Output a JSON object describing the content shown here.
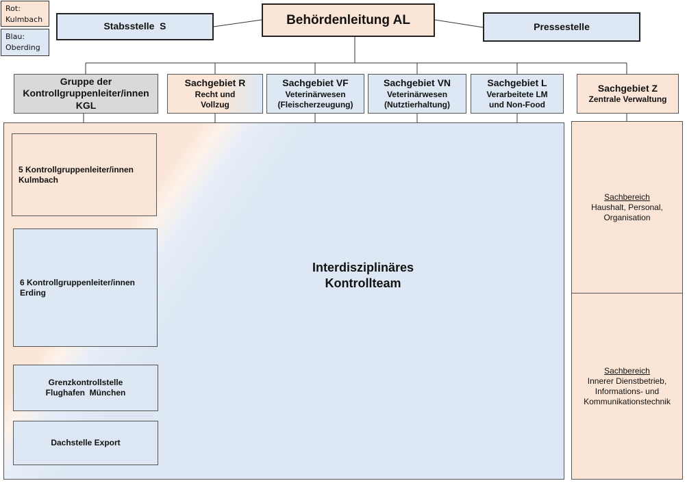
{
  "legend": {
    "red_label": "Rot:",
    "red_location": "Kulmbach",
    "blue_label": "Blau:",
    "blue_location": "Oberding"
  },
  "top": {
    "leadership": "Behördenleitung AL",
    "staff_unit": "Stabsstelle  S",
    "press_office": "Pressestelle"
  },
  "departments": {
    "kgl": {
      "line1": "Gruppe der",
      "line2": "Kontrollgruppenleiter/innen",
      "line3": "KGL"
    },
    "r": {
      "title": "Sachgebiet R",
      "line1": "Recht und",
      "line2": "Vollzug"
    },
    "vf": {
      "title": "Sachgebiet VF",
      "line1": "Veterinärwesen",
      "line2": "(Fleischerzeugung)"
    },
    "vn": {
      "title": "Sachgebiet VN",
      "line1": "Veterinärwesen",
      "line2": "(Nutztierhaltung)"
    },
    "l": {
      "title": "Sachgebiet L",
      "line1": "Verarbeitete LM",
      "line2": "und Non-Food"
    },
    "z": {
      "title": "Sachgebiet Z",
      "line1": "Zentrale Verwaltung"
    }
  },
  "team": {
    "line1": "Interdisziplinäres",
    "line2": "Kontrollteam",
    "group_kulmbach": {
      "line1": "5 Kontrollgruppenleiter/innen",
      "line2": "Kulmbach"
    },
    "group_erding": {
      "line1": "6 Kontrollgruppenleiter/innen",
      "line2": "Erding"
    },
    "border_control": {
      "line1": "Grenzkontrollstelle",
      "line2": "Flughafen  München"
    },
    "export": "Dachstelle Export"
  },
  "z_areas": {
    "area1": {
      "heading": "Sachbereich",
      "line1": "Haushalt, Personal,",
      "line2": "Organisation"
    },
    "area2": {
      "heading": "Sachbereich",
      "line1": "Innerer Dienstbetrieb,",
      "line2": "Informations- und",
      "line3": "Kommunikationstechnik"
    }
  },
  "colors": {
    "kulmbach": "#fbe5d6",
    "oberding": "#dde8f4",
    "kgl": "#d9d9d9"
  }
}
